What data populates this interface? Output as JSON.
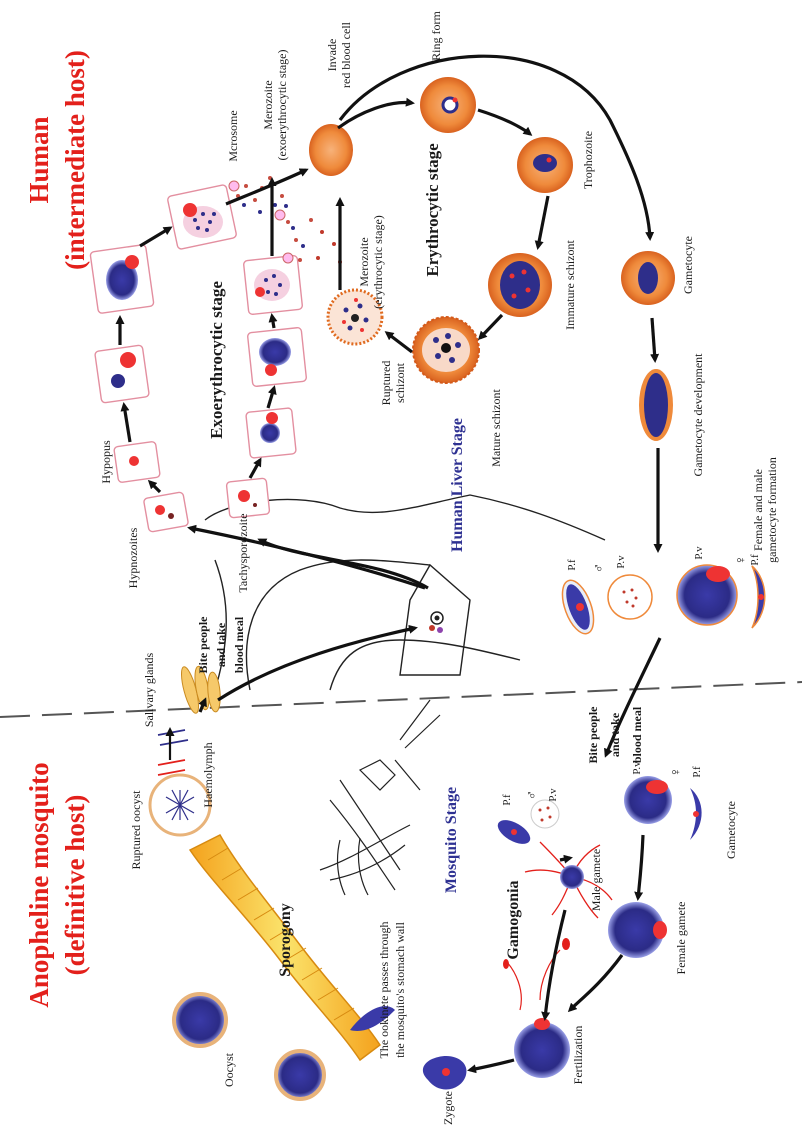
{
  "hosts": {
    "human": [
      "Human",
      "(intermediate host)"
    ],
    "mosquito": [
      "Anopheline mosquito",
      "(definitive host)"
    ]
  },
  "stages": {
    "exo": "Exoerythrocytic stage",
    "ery": "Erythrocytic stage",
    "liver": "Human Liver Stage",
    "mosquito": "Mosquito Stage",
    "sporogony": "Sporogony",
    "gamogonia": "Gamogonia"
  },
  "labels": {
    "hypnozoites": "Hypnozoites",
    "hypopus": "Hypopus",
    "tachysporozoite": "Tachysporozoite",
    "mcrosome": "Mcrosome",
    "merozoite_exo": [
      "Merozoite",
      "(exoerythrocytic stage)"
    ],
    "invade": [
      "Invade",
      "red blood cell"
    ],
    "ring": "Ring form",
    "trophozoite": "Trophozoite",
    "immature_schizont": "Immature schizont",
    "mature_schizont": "Mature schizont",
    "ruptured_schizont": [
      "Ruptured",
      "schizont"
    ],
    "merozoite_ery": [
      "Merozoite",
      "(erythrocytic stage)"
    ],
    "gametocyte": "Gametocyte",
    "gametocyte_dev": "Gametocyte development",
    "gam_formation": [
      "Female and male",
      "gametocyte formation"
    ],
    "pf": "P.f",
    "pv": "P.v",
    "male_symbol": "♂",
    "female_symbol": "♀",
    "bite_human": [
      "Bite people",
      "and take",
      "blood meal"
    ],
    "bite_mosq": [
      "Bite people",
      "and take",
      "blood meal"
    ],
    "gametocyte_m": "Gametocyte",
    "male_gamete": "Male gamete",
    "female_gamete": "Female gamete",
    "fertilization": "Fertilization",
    "zygote": "Zygote",
    "ookinete": [
      "The ookinete passes through",
      "the mosquito's stomach wall"
    ],
    "oocyst": "Oocyst",
    "ruptured_oocyst": "Ruptured oocyst",
    "haemolymph": "Haemolymph",
    "salivary": "Salivary glands"
  },
  "colors": {
    "title_red": "#e3201b",
    "stage_blue": "#2e3192",
    "rbc_orange": "#ef8a3b",
    "parasite_navy": "#2e2e8a"
  }
}
